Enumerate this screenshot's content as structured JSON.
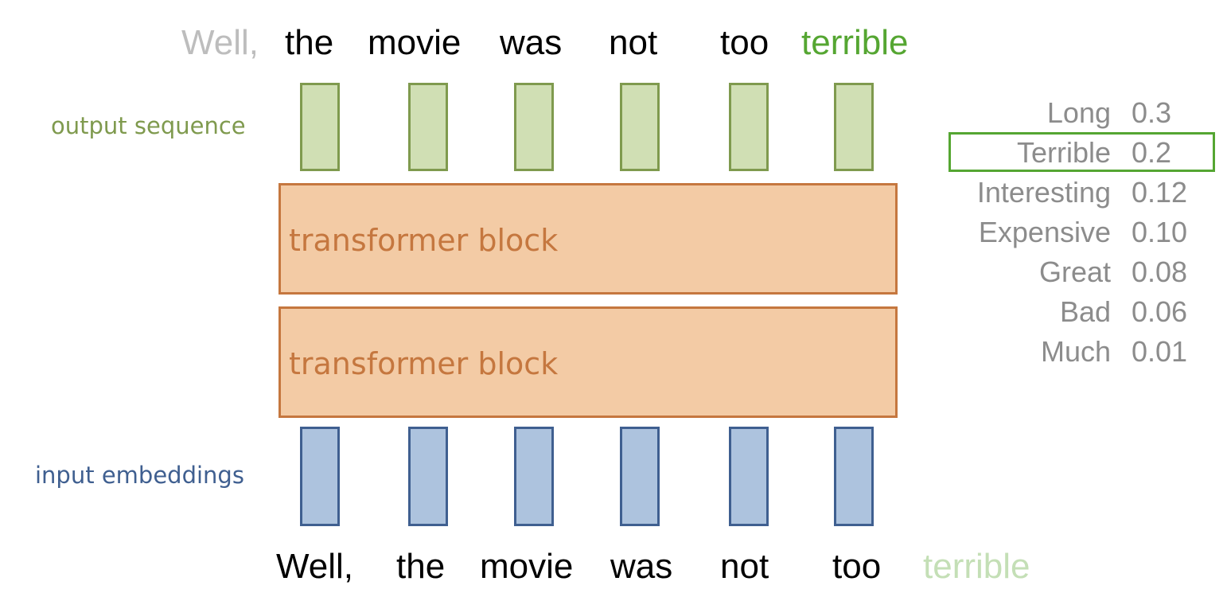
{
  "top_tokens": [
    {
      "text": "Well,",
      "style": "faded"
    },
    {
      "text": "the",
      "style": "normal"
    },
    {
      "text": "movie",
      "style": "normal"
    },
    {
      "text": "was",
      "style": "normal"
    },
    {
      "text": "not",
      "style": "normal"
    },
    {
      "text": "too",
      "style": "normal"
    },
    {
      "text": "terrible",
      "style": "green"
    }
  ],
  "bottom_tokens": [
    {
      "text": "Well,",
      "style": "normal"
    },
    {
      "text": "the",
      "style": "normal"
    },
    {
      "text": "movie",
      "style": "normal"
    },
    {
      "text": "was",
      "style": "normal"
    },
    {
      "text": "not",
      "style": "normal"
    },
    {
      "text": "too",
      "style": "normal"
    },
    {
      "text": "terrible",
      "style": "pale-green"
    }
  ],
  "labels": {
    "output_sequence": "output sequence",
    "input_embeddings": "input embeddings",
    "transformer_block_top": "transformer block",
    "transformer_block_bottom": "transformer block"
  },
  "predictions": [
    {
      "word": "Long",
      "prob": "0.3"
    },
    {
      "word": "Terrible",
      "prob": "0.2",
      "selected": true
    },
    {
      "word": "Interesting",
      "prob": "0.12"
    },
    {
      "word": "Expensive",
      "prob": "0.10"
    },
    {
      "word": "Great",
      "prob": "0.08"
    },
    {
      "word": "Bad",
      "prob": "0.06"
    },
    {
      "word": "Much",
      "prob": "0.01"
    }
  ],
  "colors": {
    "output_fill": "#d0dfb4",
    "output_border": "#7f9a4e",
    "input_fill": "#adc3de",
    "input_border": "#3f5f90",
    "block_fill": "#f3cba5",
    "block_border": "#c5773f",
    "highlight": "#55a632"
  }
}
